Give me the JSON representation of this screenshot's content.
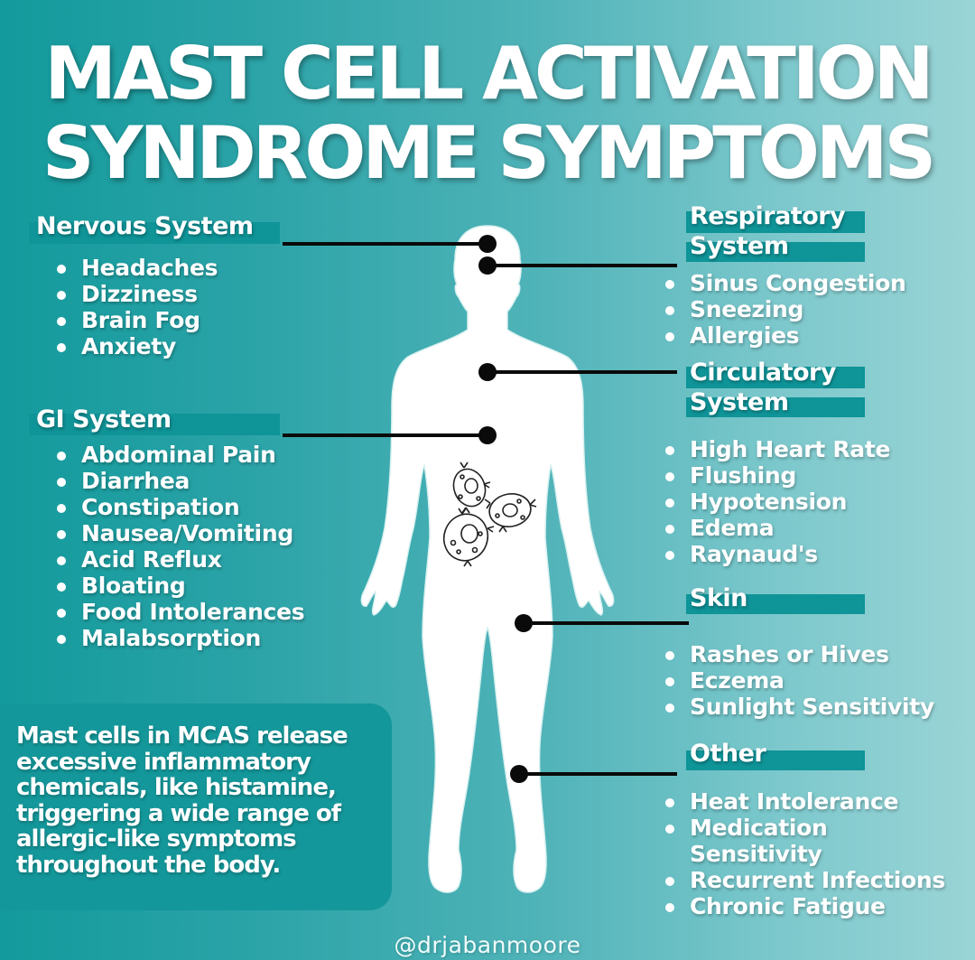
{
  "title": {
    "line1": "MAST CELL ACTIVATION",
    "line2": "SYNDROME SYMPTOMS"
  },
  "colors": {
    "gradient_left": "#139a9c",
    "gradient_right": "#9ad4d6",
    "header_bar": "#0f9498",
    "info_box": "#14979a",
    "leader_line": "#0a0a0a",
    "figure_fill": "#ffffff"
  },
  "sections": {
    "nervous": {
      "heading": "Nervous System",
      "items": [
        "Headaches",
        "Dizziness",
        "Brain Fog",
        "Anxiety"
      ]
    },
    "gi": {
      "heading": "GI System",
      "items": [
        "Abdominal Pain",
        "Diarrhea",
        "Constipation",
        "Nausea/Vomiting",
        "Acid Reflux",
        "Bloating",
        "Food Intolerances",
        "Malabsorption"
      ]
    },
    "respiratory": {
      "heading_line1": "Respiratory",
      "heading_line2": "System",
      "items": [
        "Sinus Congestion",
        "Sneezing",
        "Allergies"
      ]
    },
    "circulatory": {
      "heading_line1": "Circulatory",
      "heading_line2": "System",
      "items": [
        "High Heart Rate",
        "Flushing",
        "Hypotension",
        "Edema",
        "Raynaud's"
      ]
    },
    "skin": {
      "heading": "Skin",
      "items": [
        "Rashes or Hives",
        "Eczema",
        "Sunlight Sensitivity"
      ]
    },
    "other": {
      "heading": "Other",
      "items": [
        "Heat Intolerance",
        "Medication",
        "Sensitivity",
        "Recurrent Infections",
        "Chronic Fatigue"
      ]
    }
  },
  "info_box": {
    "text": "Mast cells in MCAS release excessive inflammatory chemicals, like histamine, triggering a wide range of allergic-like symptoms throughout the body."
  },
  "figure": {
    "icon": "human-body-silhouette",
    "cells_icon": "mast-cell-illustration"
  },
  "handle": "@drjabanmoore"
}
